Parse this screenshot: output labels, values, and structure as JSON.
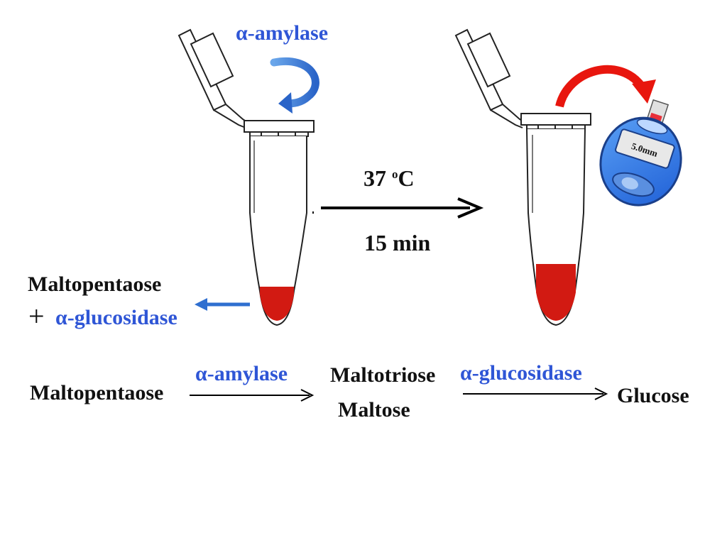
{
  "colors": {
    "enzyme_text": "#2f56d6",
    "solution": "#d21a12",
    "curved_arrow": "#e8160e",
    "blue_arrow": "#2f6fd0",
    "meter_body": "#2d6ee6"
  },
  "top": {
    "enzyme_added": "α-amylase",
    "substrate_label": "Maltopentaose",
    "plus_sign": "+",
    "enzyme_in_tube": "α-glucosidase",
    "temperature_value": "37",
    "temperature_degree": "o",
    "temperature_unit": "C",
    "incubation_time": "15 min",
    "glucometer_reading": "5.0mm"
  },
  "reaction": {
    "substrate": "Maltopentaose",
    "enzyme_1": "α-amylase",
    "intermediate_1": "Maltotriose",
    "intermediate_2": "Maltose",
    "enzyme_2": "α-glucosidase",
    "product": "Glucose"
  },
  "icons": {
    "left_tube": "microcentrifuge-tube-icon",
    "right_tube": "microcentrifuge-tube-icon",
    "enzyme_arrow": "curved-arrow-icon",
    "meter": "glucometer-icon"
  }
}
